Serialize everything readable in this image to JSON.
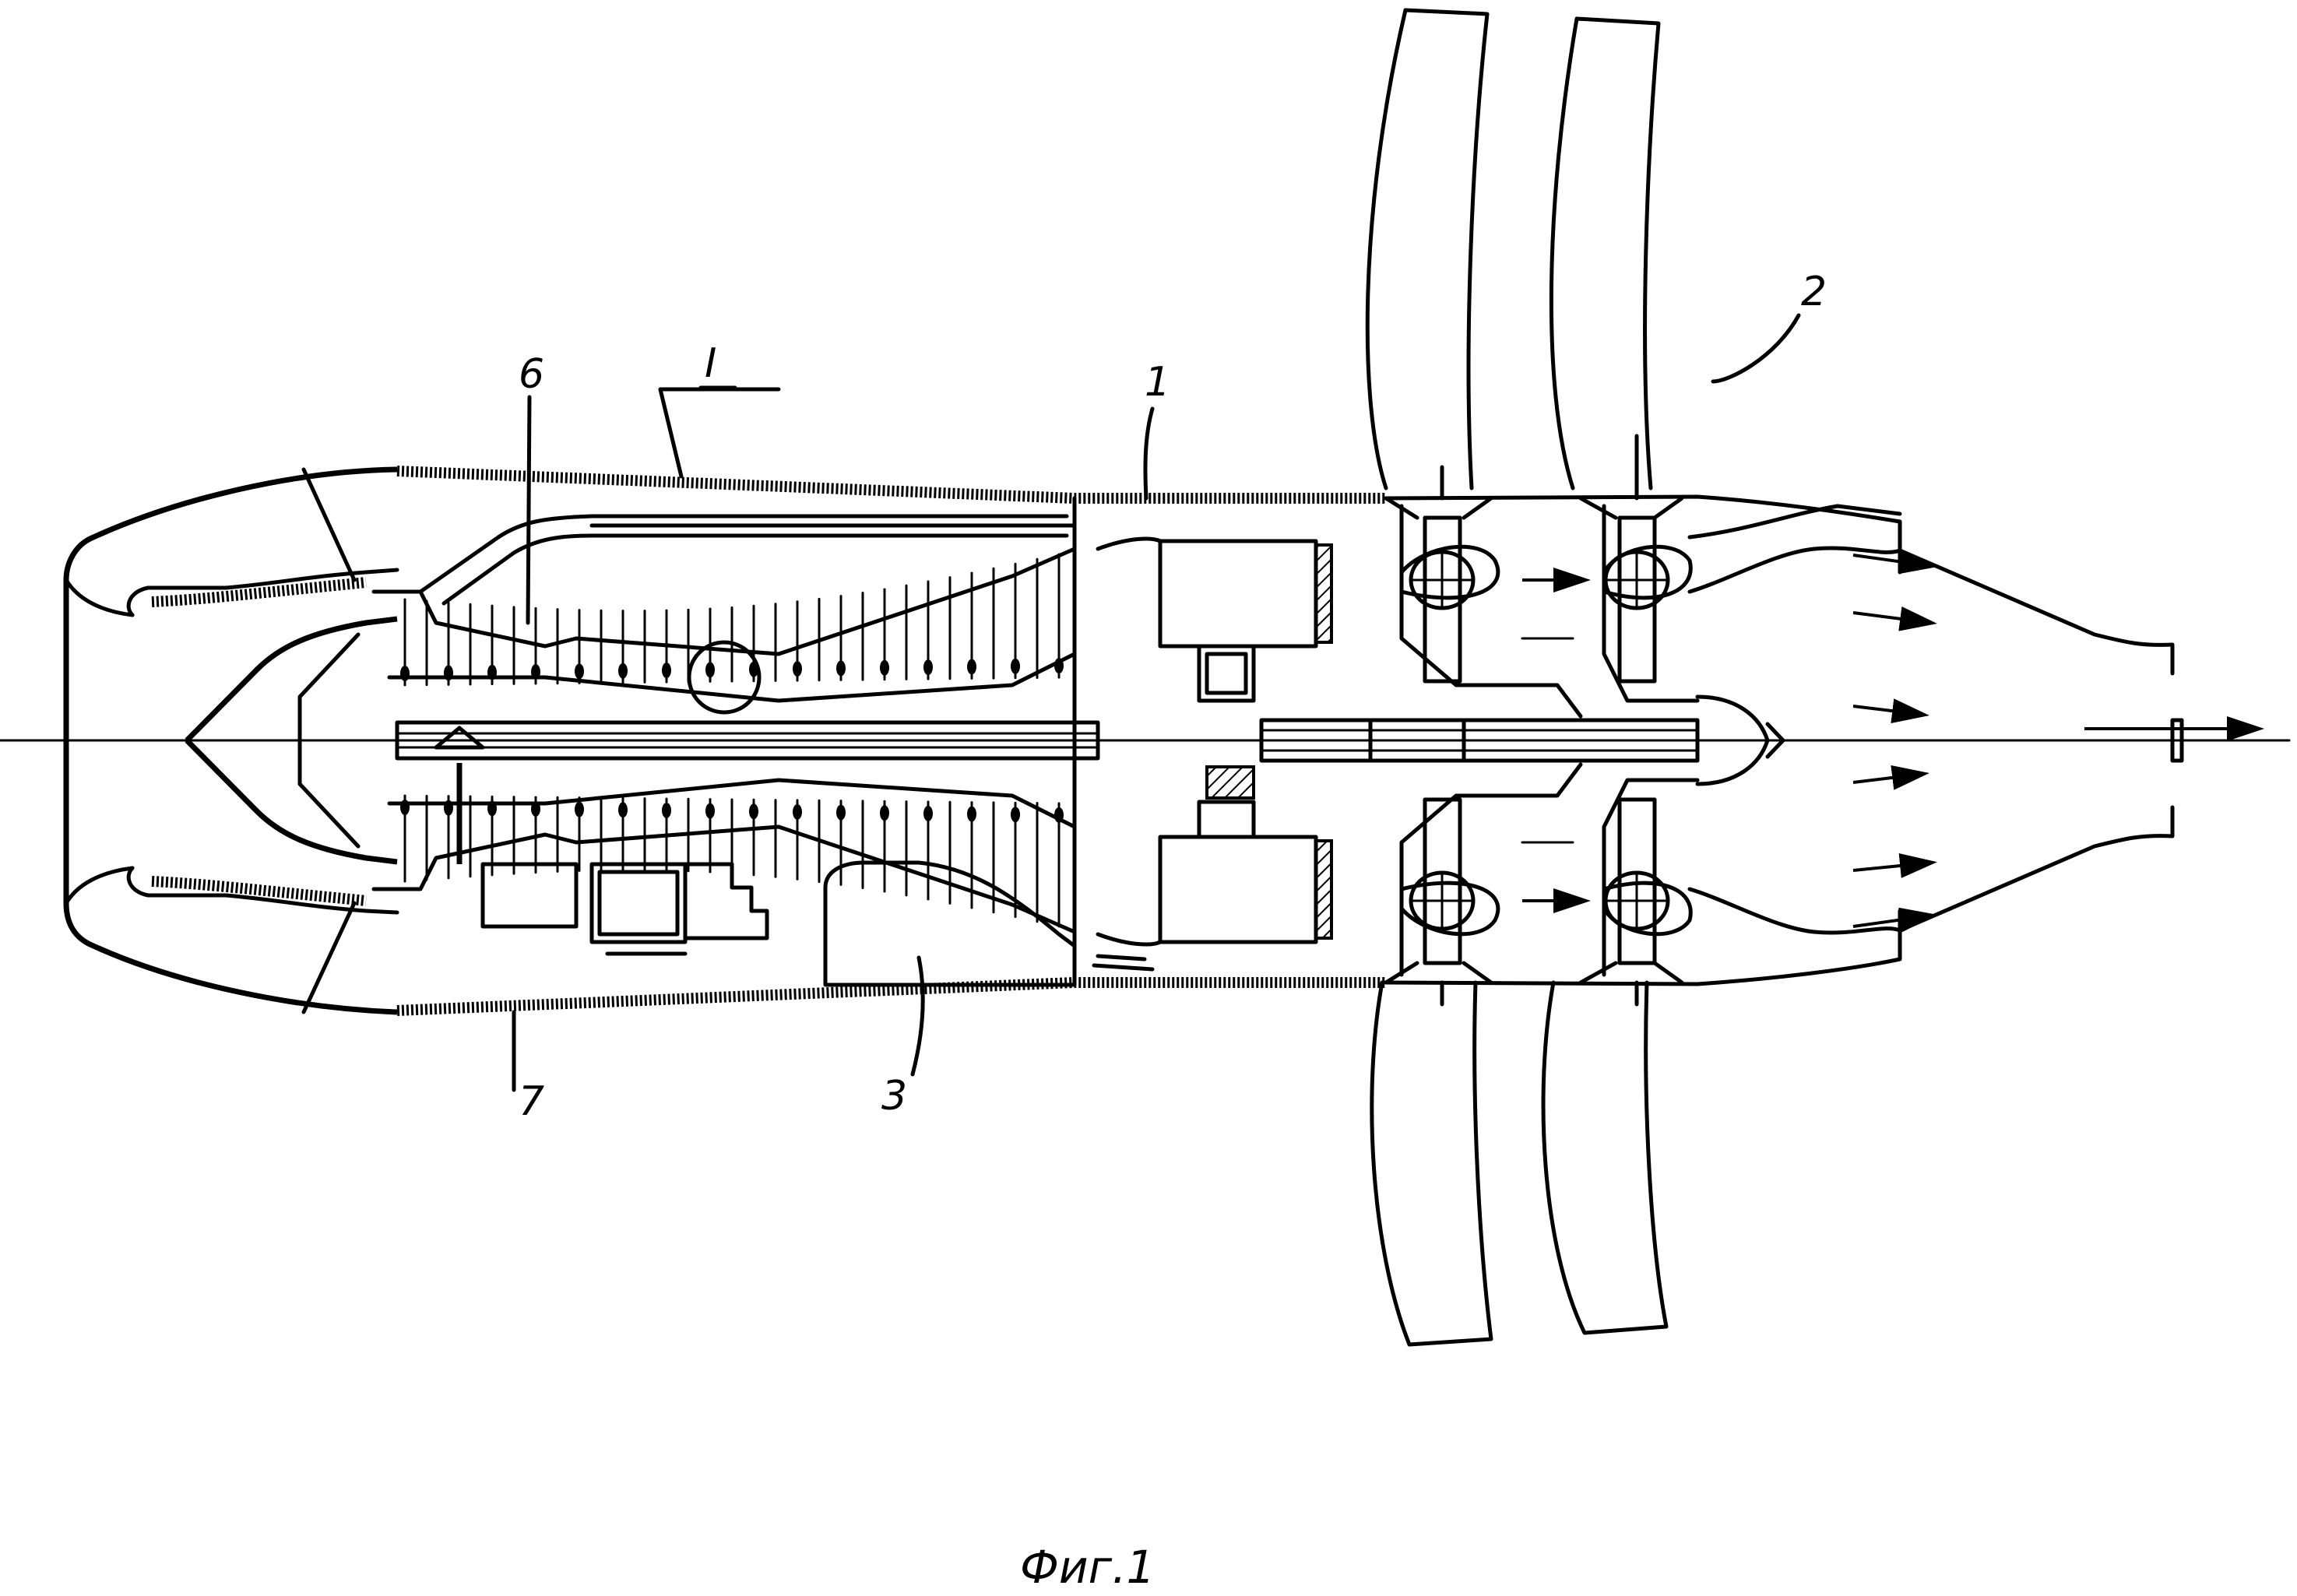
{
  "figure": {
    "caption": "Фиг.1",
    "subject": "turboprop-fan engine longitudinal section"
  },
  "labels": [
    {
      "id": "1",
      "text": "1"
    },
    {
      "id": "2",
      "text": "2"
    },
    {
      "id": "3",
      "text": "3"
    },
    {
      "id": "6",
      "text": "6"
    },
    {
      "id": "7",
      "text": "7"
    },
    {
      "id": "I",
      "text": "I"
    }
  ],
  "colors": {
    "line": "#000000",
    "background": "#ffffff"
  }
}
